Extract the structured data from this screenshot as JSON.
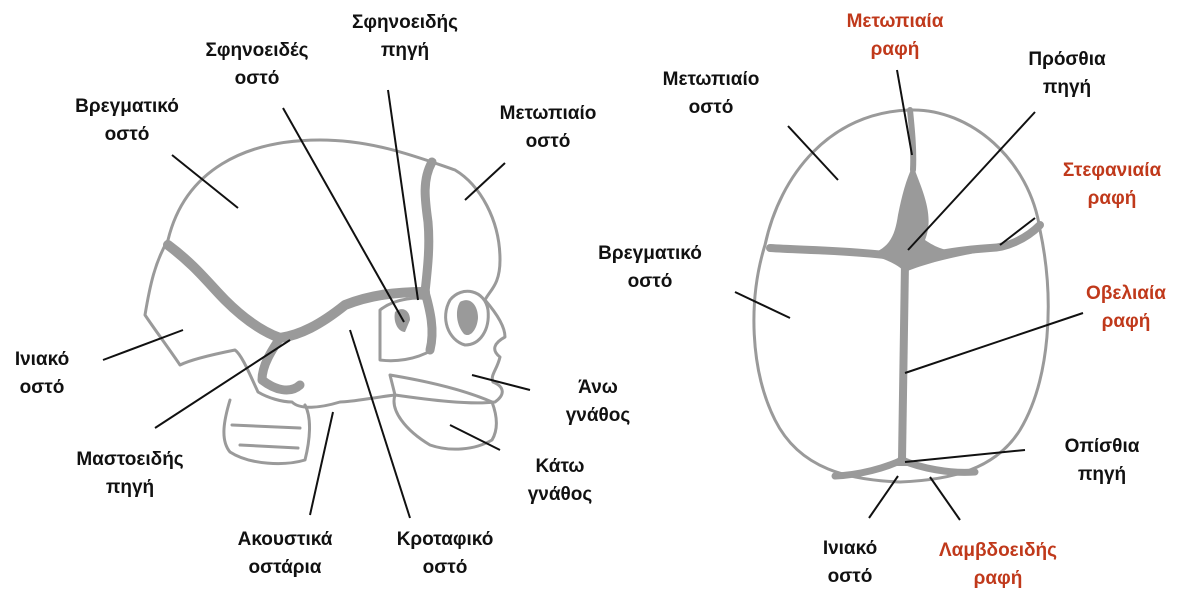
{
  "colors": {
    "bone_outline": "#9a9a9a",
    "suture_fill": "#9a9a9a",
    "leader": "#111111",
    "suture_text": "#c0391b"
  },
  "side_view": {
    "sphenoid_bone": [
      "Σφηνοειδές",
      "οστό"
    ],
    "sphenoid_fontanelle": [
      "Σφηνοειδής",
      "πηγή"
    ],
    "parietal_bone": [
      "Βρεγματικό",
      "οστό"
    ],
    "frontal_bone": [
      "Μετωπιαίο",
      "οστό"
    ],
    "occipital_bone": [
      "Ινιακό",
      "οστό"
    ],
    "maxilla": [
      "Άνω",
      "γνάθος"
    ],
    "mastoid_fontanelle": [
      "Μαστοειδής",
      "πηγή"
    ],
    "mandible": [
      "Κάτω",
      "γνάθος"
    ],
    "ossicles": [
      "Ακουστικά",
      "οστάρια"
    ],
    "temporal_bone": [
      "Κροταφικό",
      "οστό"
    ]
  },
  "top_view": {
    "metopic_suture": [
      "Μετωπιαία",
      "ραφή"
    ],
    "frontal_bone": [
      "Μετωπιαίο",
      "οστό"
    ],
    "anterior_fontanelle": [
      "Πρόσθια",
      "πηγή"
    ],
    "coronal_suture": [
      "Στεφανιαία",
      "ραφή"
    ],
    "parietal_bone": [
      "Βρεγματικό",
      "οστό"
    ],
    "sagittal_suture": [
      "Οβελιαία",
      "ραφή"
    ],
    "posterior_fontanelle": [
      "Οπίσθια",
      "πηγή"
    ],
    "occipital_bone": [
      "Ινιακό",
      "οστό"
    ],
    "lambdoid_suture": [
      "Λαμβδοειδής",
      "ραφή"
    ]
  }
}
